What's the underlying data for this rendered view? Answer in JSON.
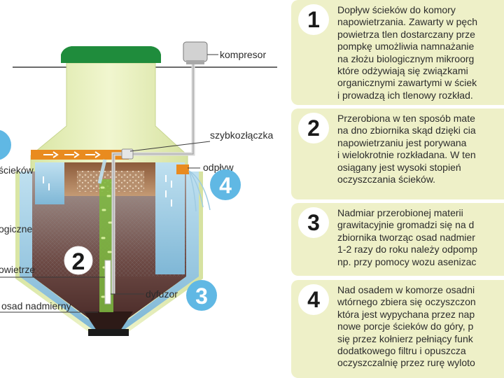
{
  "labels": {
    "kompresor": "kompresor",
    "szybkozlaczka": "szybkozłączka",
    "odplyw": "odpływ",
    "sciekow": "ścieków",
    "ogiczne": "ogiczne",
    "owietrze": "owietrze",
    "dyfuzor": "dyfuzor",
    "osad": "osad nadmierny"
  },
  "markers": {
    "two": "2",
    "three": "3",
    "four": "4"
  },
  "panels": [
    {
      "num": "1",
      "text": "Dopływ ścieków do komory\nnapowietrzania. Zawarty w pęch\npowietrza tlen dostarczany prze\npompkę umożliwia namnażanie\nna złożu biologicznym mikroorg\nktóre odżywiają się związkami\norganicznymi zawartymi w ściek\ni prowadzą ich tlenowy rozkład."
    },
    {
      "num": "2",
      "text": "Przerobiona w ten sposób mate\nna dno zbiornika skąd dzięki cia\nnapowietrzaniu jest porywana\ni wielokrotnie rozkładana. W ten\nosiągany jest wysoki stopień\noczyszczania ścieków."
    },
    {
      "num": "3",
      "text": "Nadmiar przerobionej materii\ngrawitacyjnie gromadzi się na d\nzbiornika tworząc osad nadmier\n1-2 razy do roku należy odpomp\nnp. przy pomocy wozu asenizac"
    },
    {
      "num": "4",
      "text": "Nad osadem w komorze osadni\nwtórnego zbiera się oczyszczon\nktóra jest wypychana przez nap\nnowe porcje ścieków do góry, p\nsię przez kołnierz pełniący funk\ndodatkowego filtru i opuszcza\noczyszczalnię przez rurę wyloto"
    }
  ],
  "colors": {
    "lid": "#1f8c3c",
    "tank": "#e7efba",
    "water": "#9fcbe2",
    "sludge": "#7a5a55",
    "panel": "#eef0c8",
    "marker": "#60b8e4",
    "pipe": "#e98b1f"
  }
}
